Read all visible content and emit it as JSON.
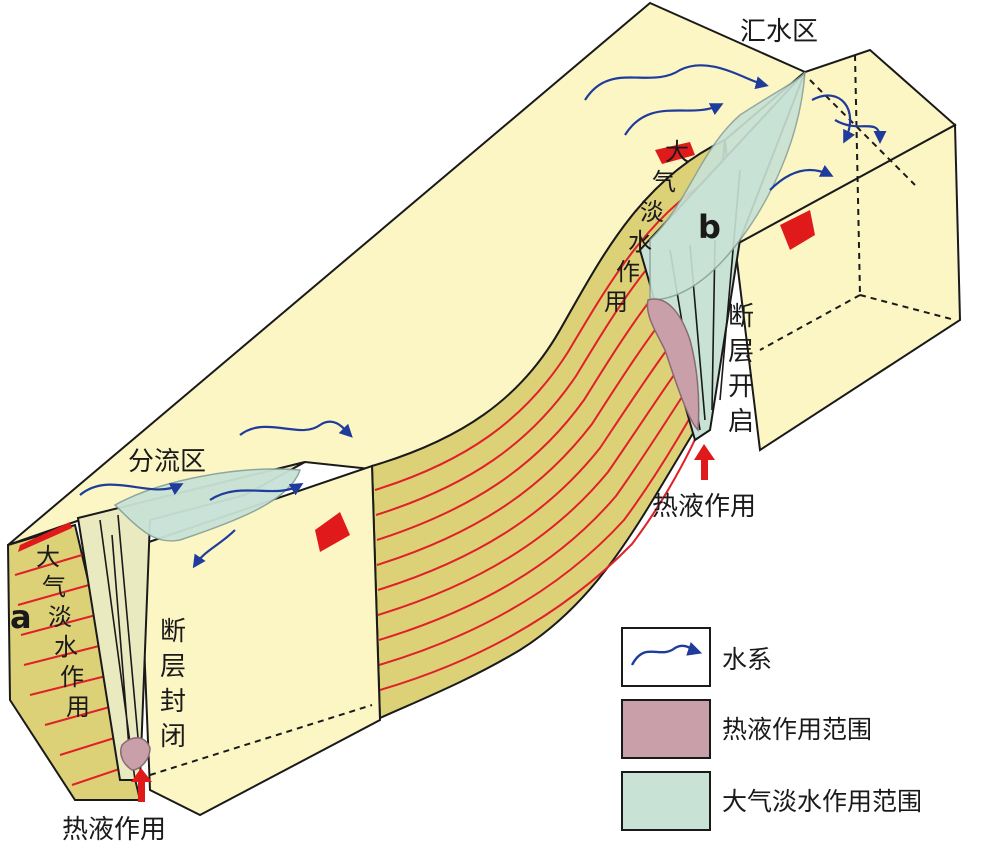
{
  "labels": {
    "hui_shui_qu": "汇水区",
    "fen_liu_qu": "分流区",
    "letter_a": "a",
    "letter_b": "b",
    "meteoric_a": [
      "大",
      "气",
      "淡",
      "水",
      "作",
      "用"
    ],
    "meteoric_b": [
      "大",
      "气",
      "淡",
      "水",
      "作",
      "用"
    ],
    "fault_open": [
      "断",
      "层",
      "开",
      "启"
    ],
    "fault_sealed": [
      "断",
      "层",
      "封",
      "闭"
    ],
    "hydro_left": "热液作用",
    "hydro_right": "热液作用"
  },
  "legend": {
    "items": [
      {
        "label": "水系",
        "kind": "water-system-line"
      },
      {
        "label": "热液作用范围",
        "kind": "swatch"
      },
      {
        "label": "大气淡水作用范围",
        "kind": "swatch"
      }
    ]
  },
  "colors": {
    "block_top": "#fbf6c4",
    "strata_fill": "#dcd177",
    "strata_line": "#e0202a",
    "meteoric_zone": "#c8e2d6",
    "hydrothermal_zone": "#c9a0aa",
    "water_arrow": "#1f3b9b",
    "fault_arrow": "#e01a1a"
  }
}
